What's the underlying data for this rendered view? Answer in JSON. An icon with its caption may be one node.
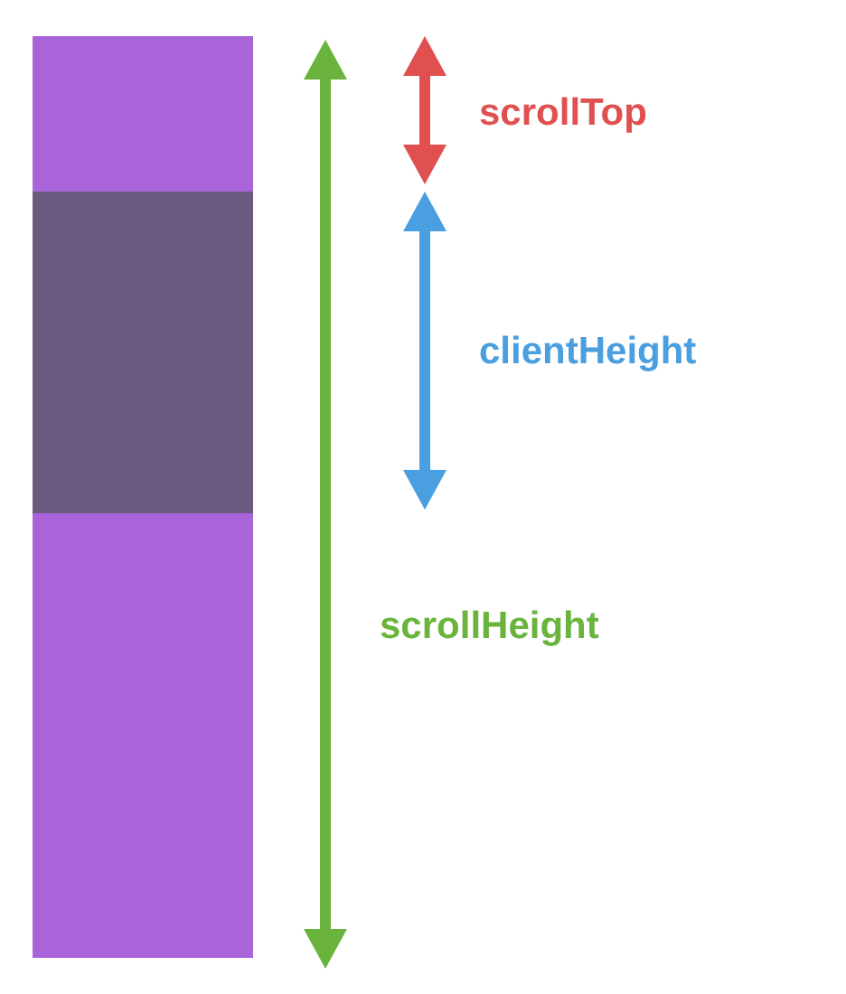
{
  "diagram": {
    "labels": [
      "scrollTop",
      "clientHeight",
      "scrollHeight"
    ]
  }
}
